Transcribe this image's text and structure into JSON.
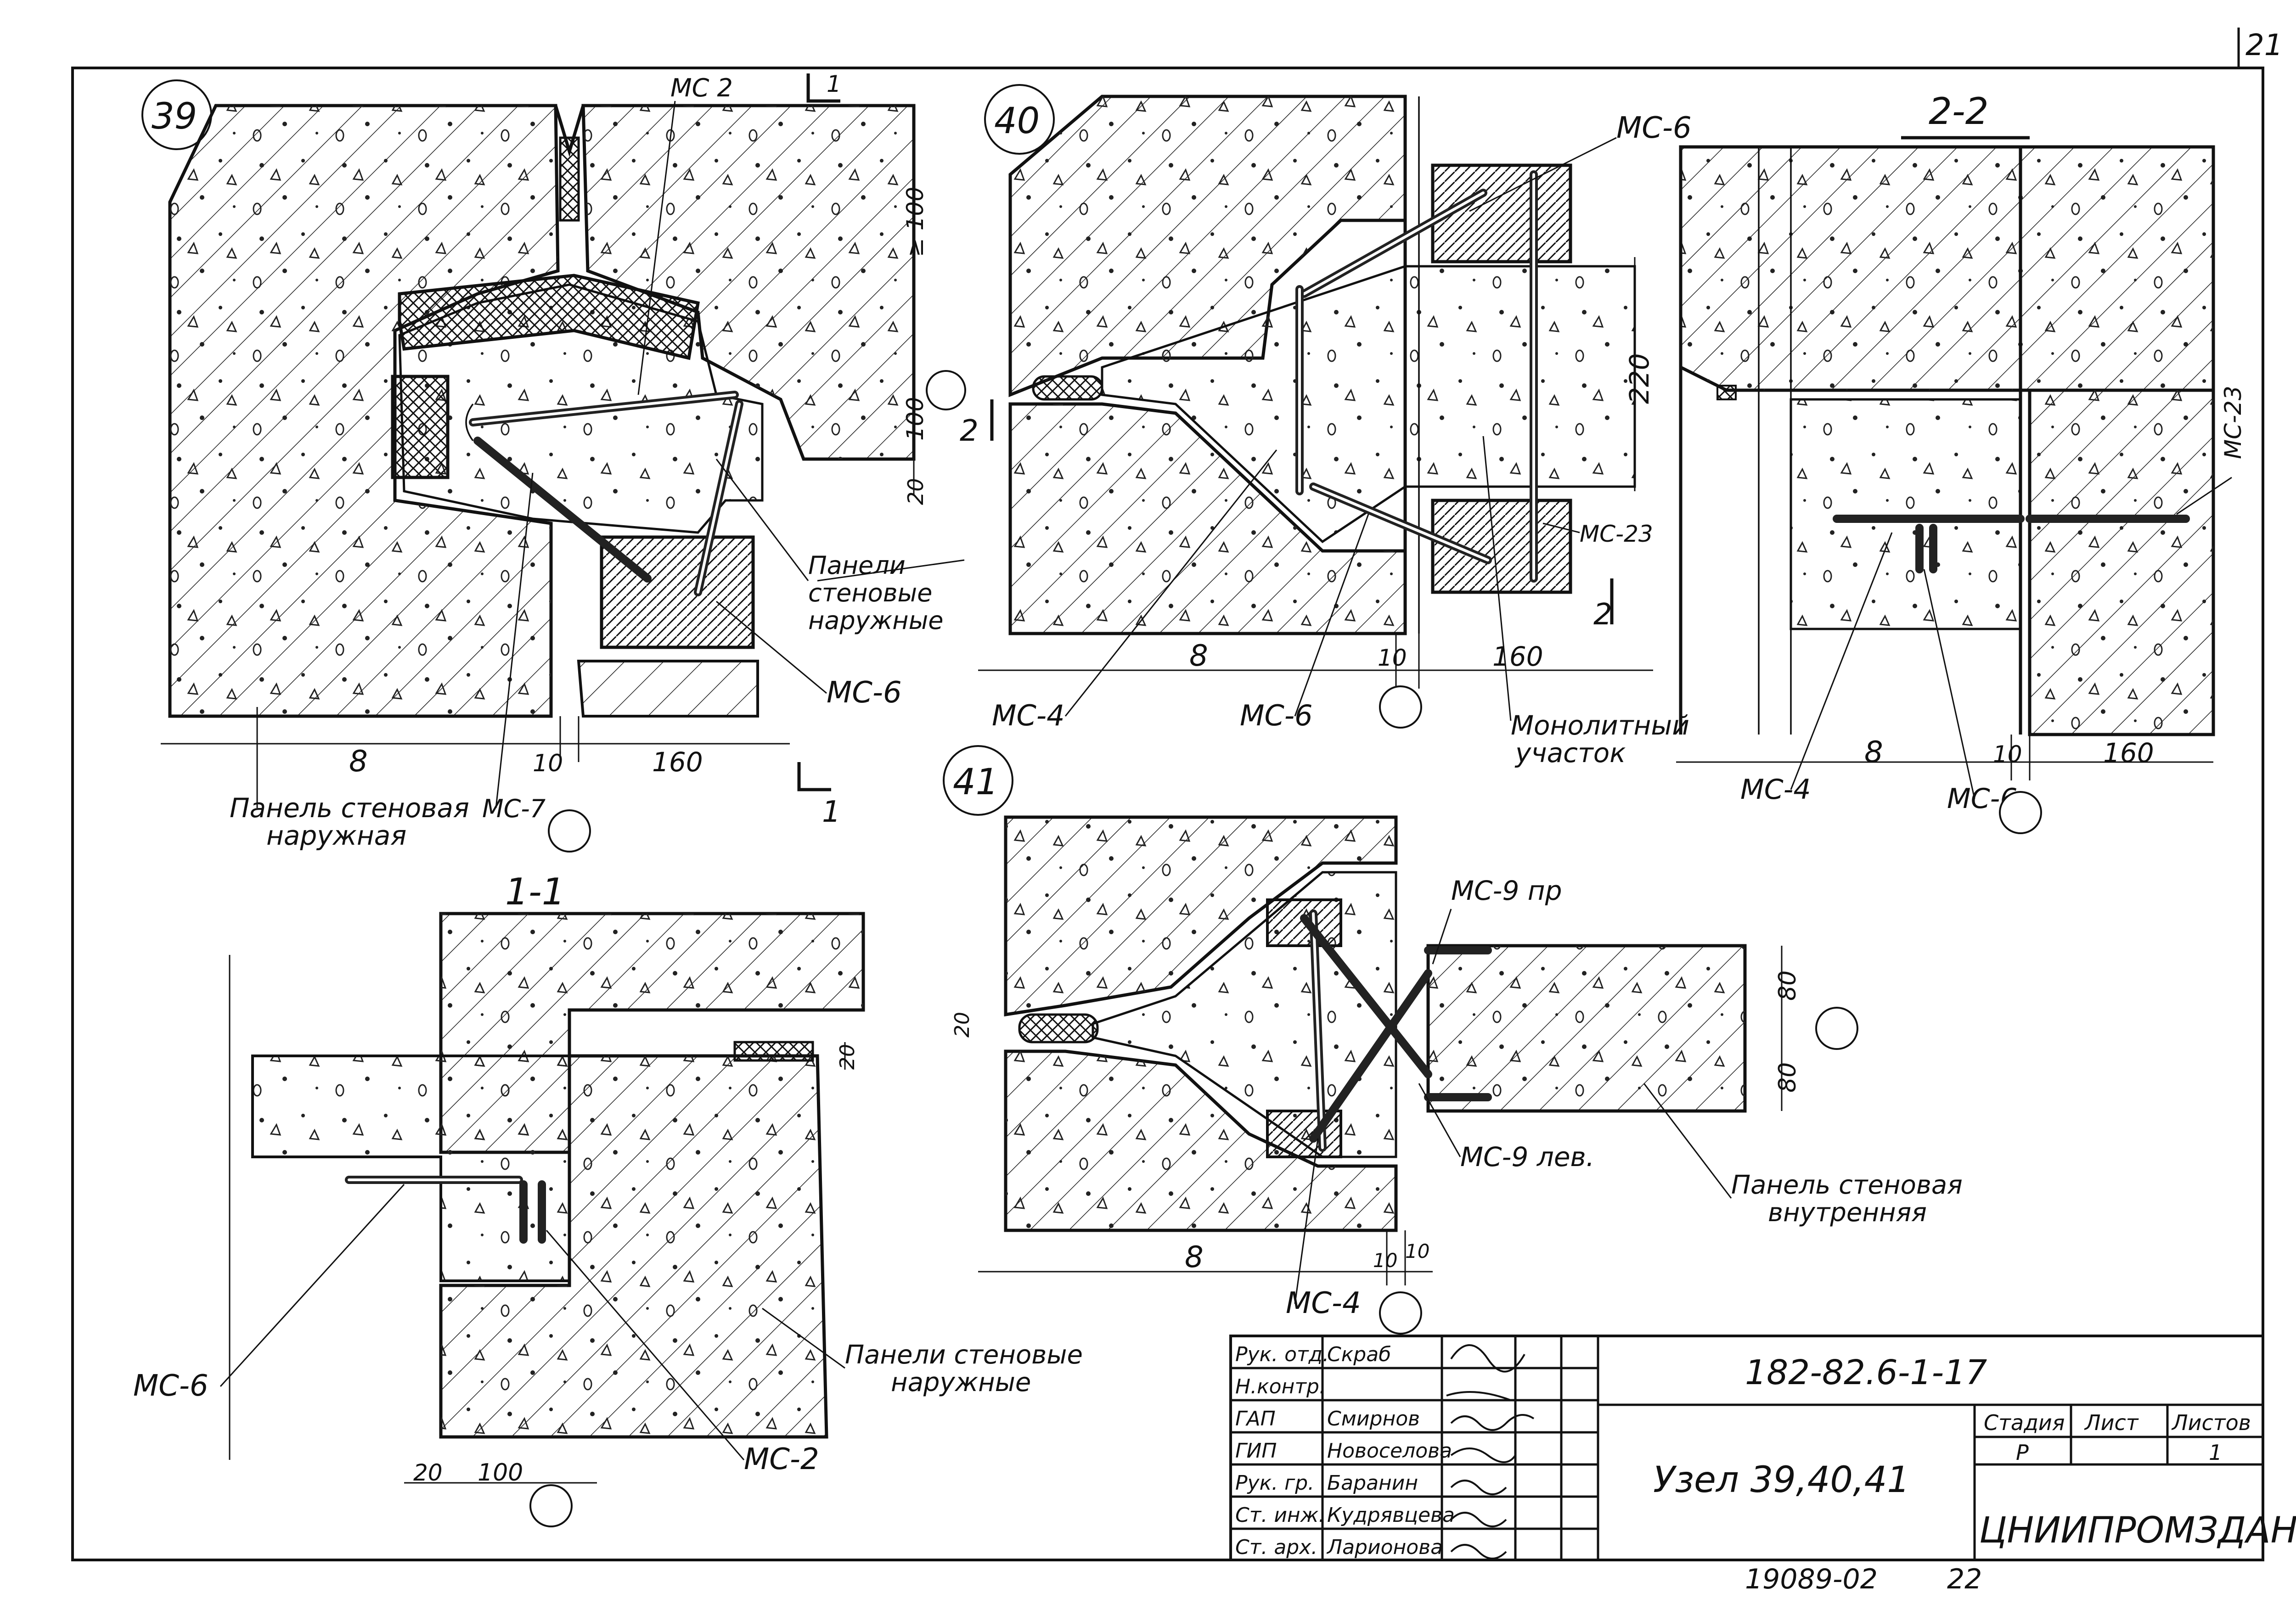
{
  "sheet": {
    "page_number": "21",
    "bottom_code": "19089-02",
    "bottom_num": "22"
  },
  "details": {
    "d39": {
      "number": "39",
      "labels": {
        "mc2_top": "МС 2",
        "sec_mark": "1",
        "sec_mark_b": "1",
        "panels_outer_1": "Панели",
        "panels_outer_2": "стеновые",
        "panels_outer_3": "наружные",
        "mc6": "МС-6",
        "mc7": "МС-7",
        "panel_wall_1": "Панель стеновая",
        "panel_wall_2": "наружная"
      },
      "dims": {
        "d100": "100",
        "d120": "≥ 100",
        "d20": "20",
        "d8": "8",
        "d10": "10",
        "d160": "160"
      }
    },
    "d40": {
      "number": "40",
      "labels": {
        "mc6_top": "МС-6",
        "mc23": "МС-23",
        "sec_mark": "2",
        "sec_mark_b": "2",
        "mc4": "МС-4",
        "mc6_bot": "МС-6",
        "mono_1": "Монолитный",
        "mono_2": "участок"
      },
      "dims": {
        "d220": "220",
        "d8": "8",
        "d10": "10",
        "d160": "160"
      }
    },
    "s22": {
      "title": "2-2",
      "labels": {
        "mc23": "МС-23",
        "mc4": "МС-4",
        "mc6": "МС-6"
      },
      "dims": {
        "d8": "8",
        "d10": "10",
        "d160": "160"
      }
    },
    "s11": {
      "title": "1-1",
      "labels": {
        "mc6": "МС-6",
        "mc2": "МС-2",
        "panels_1": "Панели стеновые",
        "panels_2": "наружные"
      },
      "dims": {
        "d20": "20",
        "d20b": "20",
        "d100": "100"
      }
    },
    "d41": {
      "number": "41",
      "labels": {
        "mc9pr": "МС-9 пр",
        "mc9lev": "МС-9 лев.",
        "mc4": "МС-4",
        "panel_in_1": "Панель стеновая",
        "panel_in_2": "внутренняя"
      },
      "dims": {
        "d20": "20",
        "d80a": "80",
        "d80b": "80",
        "d8": "8",
        "d10a": "10",
        "d10b": "10"
      }
    }
  },
  "title_block": {
    "doc_code": "182-82.6-1-17",
    "title": "Узел 39,40,41",
    "org": "ЦНИИПРОМЗДАНИЙ",
    "headers": {
      "stage": "Стадия",
      "sheet": "Лист",
      "sheets": "Листов"
    },
    "values": {
      "stage": "Р",
      "sheet": "",
      "sheets": "1"
    },
    "roles": [
      {
        "role": "Рук. отд.",
        "name": "Скраб"
      },
      {
        "role": "Н.контр.",
        "name": ""
      },
      {
        "role": "ГАП",
        "name": "Смирнов"
      },
      {
        "role": "ГИП",
        "name": "Новоселова"
      },
      {
        "role": "Рук. гр.",
        "name": "Баранин"
      },
      {
        "role": "Ст. инж.",
        "name": "Кудрявцева"
      },
      {
        "role": "Ст. арх.",
        "name": "Ларионова"
      }
    ]
  }
}
